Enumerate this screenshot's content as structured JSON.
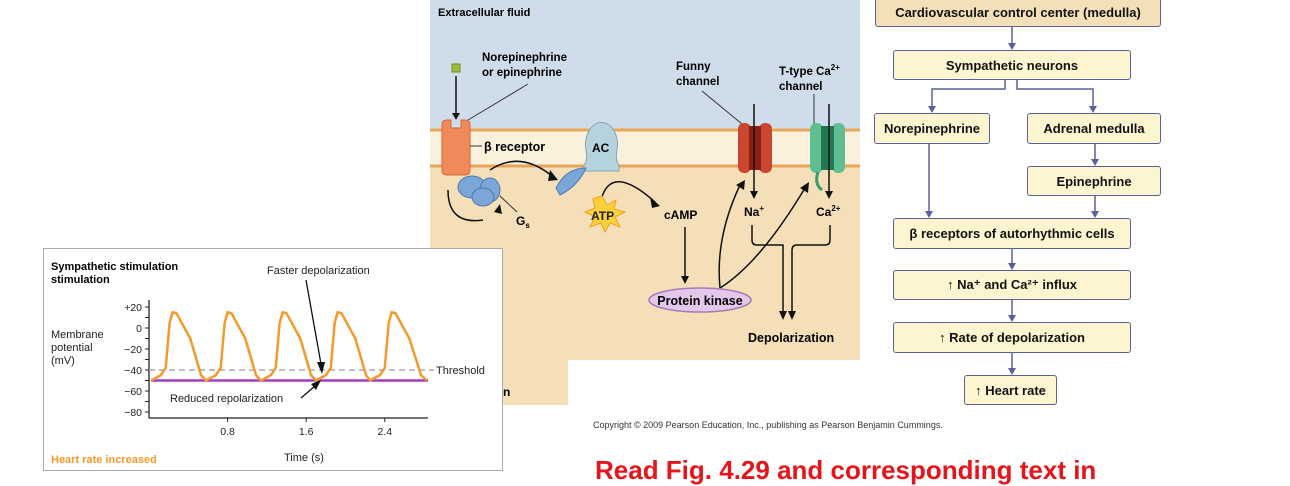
{
  "cell_figure": {
    "region_label": "Extracellular fluid",
    "ligand_label_1": "Norepinephrine",
    "ligand_label_2": "or epinephrine",
    "receptor_label": "β receptor",
    "ac_label": "AC",
    "gs_label": "G",
    "gs_sub": "s",
    "atp_label": "ATP",
    "camp_label": "cAMP",
    "funny_label_1": "Funny",
    "funny_label_2": "channel",
    "ttype_label_1": "T-type Ca",
    "ttype_sup": "2+",
    "ttype_label_2": "channel",
    "na_label": "Na",
    "na_sup": "+",
    "ca_label": "Ca",
    "ca_sup": "2+",
    "kinase_label": "Protein kinase",
    "depol_label": "Depolarization",
    "fragment": "n"
  },
  "copyright": "Copyright © 2009 Pearson Education, Inc., publishing as Pearson Benjamin Cummings.",
  "footer_text": "Read Fig. 4.29 and corresponding text in",
  "flowchart": {
    "boxes": [
      "Cardiovascular control center (medulla)",
      "Sympathetic neurons",
      "Norepinephrine",
      "Adrenal medulla",
      "Epinephrine",
      "β receptors of autorhythmic cells",
      "↑ Na⁺ and Ca²⁺ influx",
      "↑ Rate of depolarization",
      "↑ Heart rate"
    ],
    "border_color": "#5a6199",
    "fill_color": "#fdf5d0",
    "top_fill_color": "#f3dfb8"
  },
  "chart_data": {
    "type": "line",
    "title": "Sympathetic stimulation",
    "xlabel": "Time (s)",
    "ylabel": "Membrane potential (mV)",
    "xlim": [
      0,
      2.84
    ],
    "ylim": [
      -80,
      20
    ],
    "x_ticks": [
      0.8,
      1.6,
      2.4
    ],
    "x_tick_labels": [
      "0.8",
      "1.6",
      "2.4"
    ],
    "y_ticks": [
      20,
      0,
      -20,
      -40,
      -60,
      -80
    ],
    "y_tick_labels": [
      "+20",
      "0",
      "−20",
      "−40",
      "−60",
      "−80"
    ],
    "threshold": {
      "value": -40,
      "label": "Threshold"
    },
    "baseline": -50,
    "annotations": [
      "Faster depolarization",
      "Reduced repolarization"
    ],
    "caption": "Heart rate increased",
    "grid": false,
    "colors": {
      "trace": "#f39a2c",
      "baseline": "#a43cc0",
      "threshold": "#aaaaaa",
      "caption": "#f39a2c"
    },
    "series": [
      {
        "x": [
          0.02,
          0.12,
          0.17,
          0.21,
          0.24,
          0.28,
          0.42,
          0.53,
          0.58,
          0.68,
          0.73,
          0.77,
          0.8,
          0.84,
          0.98,
          1.09,
          1.14,
          1.24,
          1.29,
          1.33,
          1.36,
          1.4,
          1.54,
          1.65,
          1.7,
          1.8,
          1.85,
          1.89,
          1.92,
          1.96,
          2.1,
          2.21,
          2.25,
          2.35,
          2.4,
          2.44,
          2.47,
          2.51,
          2.65,
          2.77,
          2.83
        ],
        "y": [
          -50,
          -45,
          -38,
          5,
          15,
          14,
          -10,
          -45,
          -50,
          -45,
          -38,
          5,
          15,
          14,
          -10,
          -45,
          -50,
          -45,
          -38,
          5,
          15,
          14,
          -10,
          -45,
          -50,
          -45,
          -38,
          5,
          15,
          14,
          -10,
          -45,
          -50,
          -45,
          -38,
          5,
          15,
          14,
          -10,
          -45,
          -50
        ]
      }
    ]
  }
}
